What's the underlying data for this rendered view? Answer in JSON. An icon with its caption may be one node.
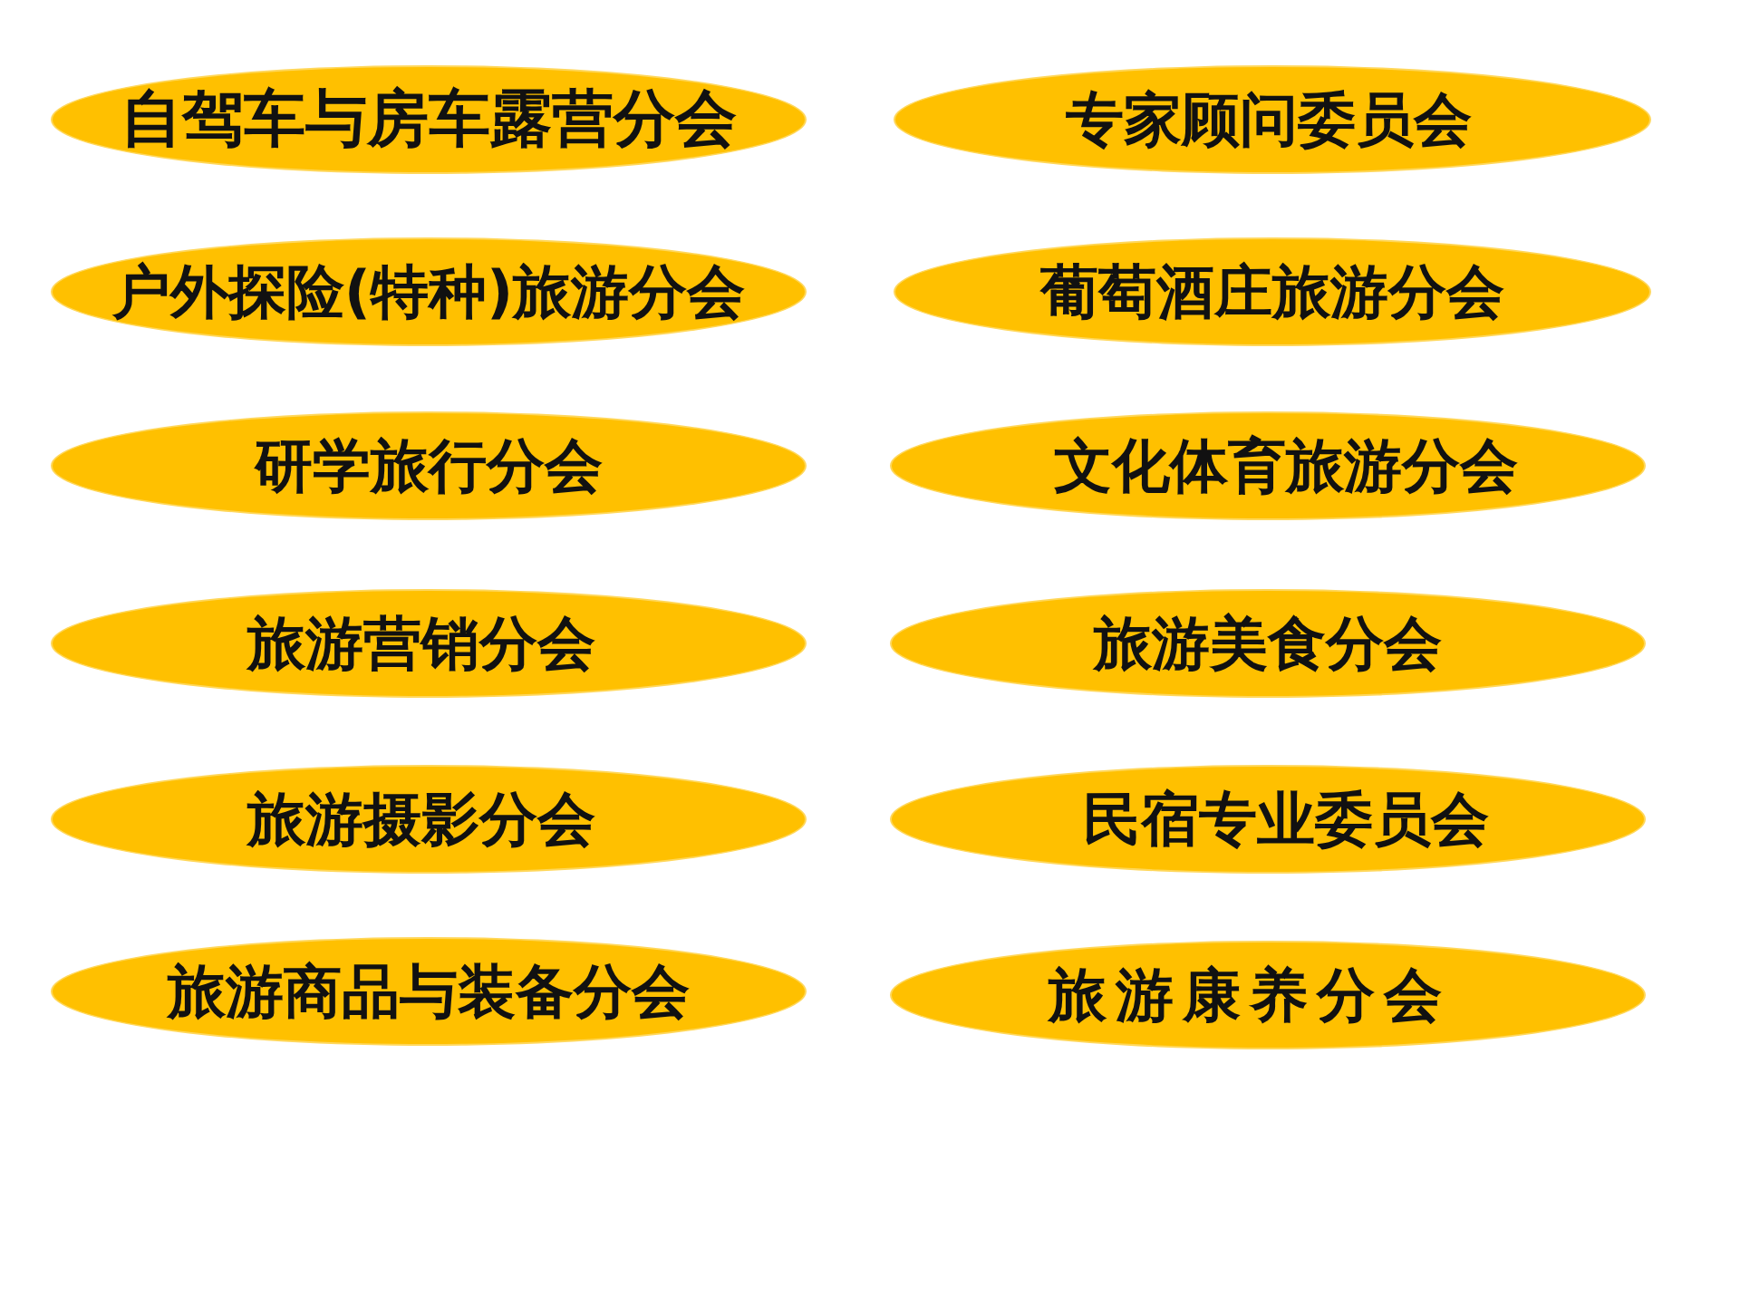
{
  "diagram": {
    "nodes": [
      {
        "text": [
          "自驾车与房车露营分会"
        ]
      },
      {
        "text": [
          "专家顾问委员会"
        ]
      },
      {
        "text": [
          "户外探险(特种)旅游分会"
        ]
      },
      {
        "text": [
          "葡萄酒庄旅游分会"
        ]
      },
      {
        "text": [
          "研学旅行分会"
        ]
      },
      {
        "text": [
          "文化体育旅游分会"
        ]
      },
      {
        "text": [
          "旅游营销分会"
        ]
      },
      {
        "text": [
          "旅游美食分会"
        ]
      },
      {
        "text": [
          "旅游摄影分会"
        ]
      },
      {
        "text": [
          "民宿专业委员会"
        ]
      },
      {
        "text": [
          "旅游商品与装备分会"
        ]
      },
      {
        "text": [
          "旅游康养分会"
        ]
      }
    ]
  }
}
